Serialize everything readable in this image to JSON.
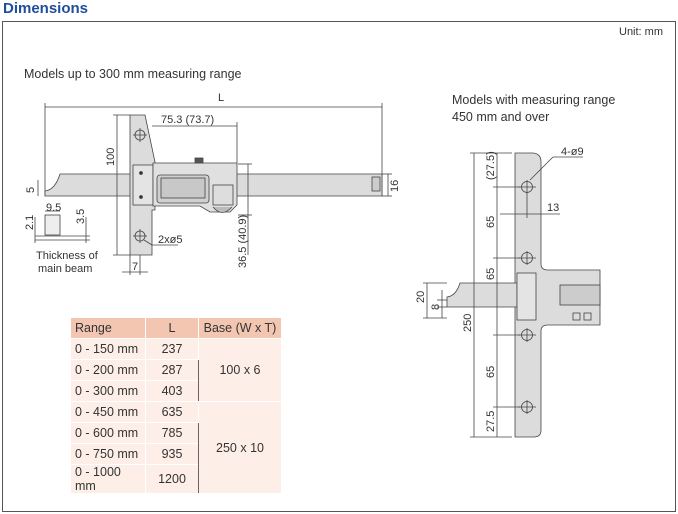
{
  "title": "Dimensions",
  "unit": "Unit: mm",
  "left_drawing": {
    "caption": "Models up to 300 mm measuring range",
    "labels": {
      "L": "L",
      "d753": "75.3 (73.7)",
      "d100": "100",
      "d16": "16",
      "d5": "5",
      "d95": "9.5",
      "d21": "2.1",
      "d35": "3.5",
      "d365": "36.5 (40.9)",
      "d7": "7",
      "holes": "2xø5",
      "thick1": "Thickness of",
      "thick2": "main beam"
    }
  },
  "right_drawing": {
    "caption1": "Models with measuring range",
    "caption2": "450 mm and over",
    "labels": {
      "holes": "4-ø9",
      "d13": "13",
      "d275a": "(27.5)",
      "d65a": "65",
      "d65b": "65",
      "d250": "250",
      "d65c": "65",
      "d275b": "27.5",
      "d20": "20",
      "d8": "8"
    }
  },
  "table": {
    "headers": [
      "Range",
      "L",
      "Base (W x T)"
    ],
    "rows": [
      {
        "range": "0 - 150 mm",
        "L": "237"
      },
      {
        "range": "0 - 200 mm",
        "L": "287"
      },
      {
        "range": "0 - 300 mm",
        "L": "403"
      },
      {
        "range": "0 - 450 mm",
        "L": "635"
      },
      {
        "range": "0 - 600 mm",
        "L": "785"
      },
      {
        "range": "0 - 750 mm",
        "L": "935"
      },
      {
        "range": "0 - 1000 mm",
        "L": "1200"
      }
    ],
    "base_groups": [
      "100 x 6",
      "250 x 10"
    ]
  }
}
